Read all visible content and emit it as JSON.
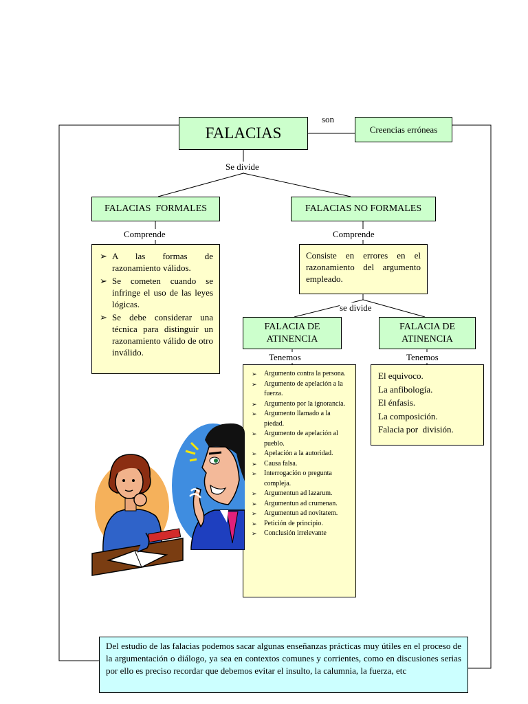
{
  "title": "FALACIAS",
  "son_label": "son",
  "creencias": "Creencias erróneas",
  "se_divide": "Se divide",
  "formales": {
    "title": "FALACIAS  FORMALES",
    "comprende": "Comprende",
    "items": [
      "A las formas de razonamiento válidos.",
      "Se cometen cuando se infringe el uso de las leyes lógicas.",
      "Se debe considerar una técnica para distinguir un razonamiento válido de otro inválido."
    ]
  },
  "no_formales": {
    "title": "FALACIAS NO FORMALES",
    "comprende": "Comprende",
    "description": "Consiste en errores en el razonamiento del argumento empleado.",
    "se_divide": "se divide"
  },
  "atinencia_left": {
    "title": "FALACIA DE ATINENCIA",
    "tenemos": "Tenemos",
    "items": [
      "Argumento contra la persona.",
      "Argumento de apelación a la fuerza.",
      "Argumento por la ignorancia.",
      "Argumento llamado a la piedad.",
      "Argumento de apelación al pueblo.",
      "Apelación a la autoridad.",
      "Causa falsa.",
      "Interrogación o pregunta compleja.",
      "Argumentun ad lazarum.",
      "Argumentun ad crumenan.",
      "Argumentun ad novitatem.",
      "Petición de principio.",
      "Conclusión irrelevante"
    ]
  },
  "atinencia_right": {
    "title": "FALACIA DE ATINENCIA",
    "tenemos": "Tenemos",
    "items": [
      "El equivoco.",
      "La anfibología.",
      "El énfasis.",
      "La composición.",
      "Falacia por  división."
    ]
  },
  "footer": "Del estudio de las falacias podemos sacar algunas enseñanzas prácticas muy útiles en el proceso de la argumentación o diálogo, ya sea en contextos comunes y corrientes, como en discusiones serias por ello es preciso recordar que debemos evitar el insulto, la calumnia, la fuerza, etc"
}
